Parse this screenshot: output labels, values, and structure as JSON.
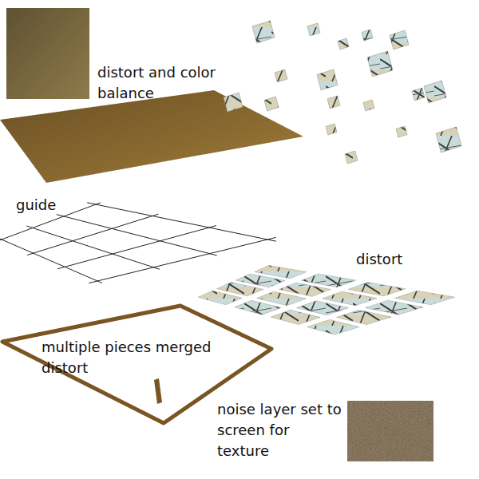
{
  "diagram": {
    "labels": [
      "distort and color balance",
      "guide",
      "distort",
      "multiple pieces merged distort",
      "noise layer set to screen for texture"
    ]
  }
}
